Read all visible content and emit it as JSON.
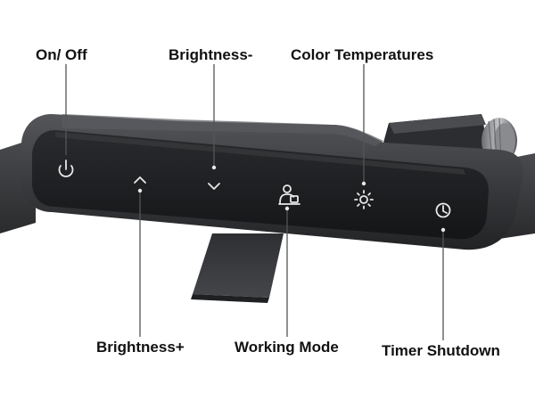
{
  "labels": {
    "on_off": "On/ Off",
    "brightness_minus": "Brightness-",
    "color_temperatures": "Color Temperatures",
    "brightness_plus": "Brightness+",
    "working_mode": "Working Mode",
    "timer_shutdown": "Timer Shutdown"
  },
  "icons": {
    "power": "power-icon",
    "brightness_up": "chevron-up-icon",
    "brightness_down": "chevron-down-icon",
    "working_mode": "person-at-desk-icon",
    "color_temperature": "sun-icon",
    "timer": "clock-icon"
  },
  "colors": {
    "panel_face": "#1b1c1e",
    "panel_body": "#3a3b3e",
    "bar": "#3d3e41",
    "icon": "#e8e8e8",
    "callout_line": "#555555",
    "label_text": "#111111"
  }
}
